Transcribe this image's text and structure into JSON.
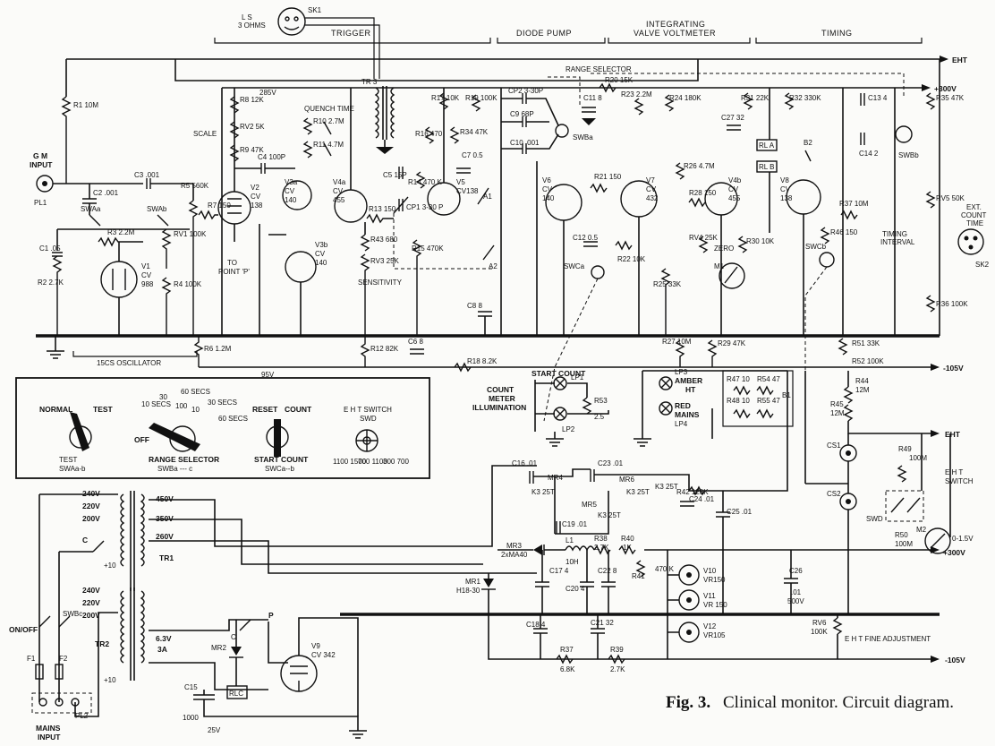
{
  "figure": {
    "number": "Fig. 3.",
    "title": "Clinical monitor.  Circuit diagram."
  },
  "sections": {
    "trigger": "TRIGGER",
    "diode_pump": "DIODE PUMP",
    "ivv": [
      "INTEGRATING",
      "VALVE VOLTMETER"
    ],
    "timing": "TIMING",
    "osc": "15CS OSCILLATOR"
  },
  "rails": {
    "eht": "EHT",
    "plus300": "+300V",
    "minus105": "-105V",
    "v285": "285V",
    "v95": "95V",
    "plus300_low": "+300V",
    "minus105_low": "-105V",
    "eht_low": "EHT"
  },
  "loudspeaker": {
    "ref": "SK1",
    "label": [
      "L S",
      "3 OHMS"
    ]
  },
  "gm_input": {
    "label": [
      "G M",
      "INPUT"
    ],
    "ref": "PL1"
  },
  "ext_count": {
    "label": [
      "EXT.",
      "COUNT",
      "TIME"
    ],
    "ref": "SK2"
  },
  "range_selector_label": "RANGE SELECTOR",
  "quench_label": "QUENCH TIME",
  "scale_label": "SCALE",
  "sensitivity_label": "SENSITIVITY",
  "to_point": [
    "TO",
    "POINT 'P'"
  ],
  "zero_label": "ZERO",
  "timing_interval": [
    "TIMING",
    "INTERVAL"
  ],
  "rla": "RL A",
  "rlb": "RL B",
  "valves": [
    {
      "name": "V1",
      "type": [
        "CV",
        "988"
      ]
    },
    {
      "name": "V2",
      "type": [
        "CV",
        "138"
      ]
    },
    {
      "name": "V3a",
      "type": [
        "CV",
        "140"
      ]
    },
    {
      "name": "V3b",
      "type": [
        "CV",
        "140"
      ]
    },
    {
      "name": "V4a",
      "type": [
        "CV",
        "455"
      ]
    },
    {
      "name": "V5",
      "type": [
        "CV138"
      ]
    },
    {
      "name": "V6",
      "type": [
        "CV",
        "140"
      ]
    },
    {
      "name": "V7",
      "type": [
        "CV",
        "432"
      ]
    },
    {
      "name": "V4b",
      "type": [
        "CV",
        "455"
      ]
    },
    {
      "name": "V8",
      "type": [
        "CV",
        "138"
      ]
    },
    {
      "name": "V9",
      "type": [
        "CV 342"
      ]
    },
    {
      "name": "V10",
      "type": [
        "VR150"
      ]
    },
    {
      "name": "V11",
      "type": [
        "VR 150"
      ]
    },
    {
      "name": "V12",
      "type": [
        "VR105"
      ]
    }
  ],
  "components_top": [
    "R1 10M",
    "C2 .001",
    "C3 .001",
    "R3 2.2M",
    "RV1 100K",
    "R4 100K",
    "C1 .05",
    "R2 2.7K",
    "R5 560K",
    "R6 1.2M",
    "R7 150",
    "R8 12K",
    "RV2 5K",
    "R9 47K",
    "C4 100P",
    "R10 2.7M",
    "R11 4.7M",
    "R13 150",
    "R43 680",
    "RV3 25K",
    "R12 82K",
    "C5 15P",
    "CP1 3-30 P",
    "R16 470",
    "R14 470 K",
    "R15 470K",
    "C6 8",
    "R17 10K",
    "R34 47K",
    "R18 8.2K",
    "C7 0.5",
    "R19 100K",
    "C8 8",
    "CP2 3-30P",
    "C9 68P",
    "C10 .001",
    "C11 8",
    "R20 15K",
    "R21 150",
    "R22 10K",
    "C12 0.5",
    "R23 2.2M",
    "R24 180K",
    "R25 33K",
    "R26 4.7M",
    "R27 10M",
    "R28 150",
    "RV4 25K",
    "R30 10K",
    "R29 47K",
    "R31 22K",
    "C27 32",
    "R32 330K",
    "C13 4",
    "C14 2",
    "R35 47K",
    "RV5 50K",
    "R37 10M",
    "R46 150",
    "R36 100K",
    "R51 33K",
    "R52 100K"
  ],
  "switches_top": [
    "SWAa",
    "SWAb",
    "SWBa",
    "SWBb",
    "SWCa",
    "SWCb",
    "A1",
    "A2",
    "B1",
    "B2",
    "M1"
  ],
  "controls": {
    "swa": {
      "left": "NORMAL",
      "right": "TEST",
      "under": [
        "TEST",
        "SWAa-b"
      ]
    },
    "swb": {
      "marks": [
        "10 SECS",
        "30",
        "60 SECS",
        "100",
        "10",
        "60 SECS",
        "30 SECS"
      ],
      "off": "OFF",
      "under": [
        "RANGE SELECTOR",
        "SWBa --- c"
      ]
    },
    "swc": {
      "left": "RESET",
      "right": "COUNT",
      "under": [
        "START COUNT",
        "SWCa--b"
      ]
    },
    "swd": {
      "title": [
        "E H T SWITCH",
        "SWD"
      ],
      "left": "1100\n1500",
      "mid": "700\n1100",
      "right": "300\n700"
    }
  },
  "lamps": {
    "count_meter": [
      "COUNT",
      "METER",
      "ILLUMINATION"
    ],
    "start_count": "START COUNT",
    "lp1": "LP1",
    "lp2": "LP2",
    "r53": "R53",
    "r53v": "2.5",
    "lp3": "LP3",
    "amber": [
      "AMBER",
      "HT"
    ],
    "red": [
      "RED",
      "MAINS"
    ],
    "lp4": "LP4",
    "r47": "R47 10",
    "r54": "R54 47",
    "r48": "R48 10",
    "r55": "R55 47"
  },
  "psu": {
    "tr1_taps": [
      "240V",
      "220V",
      "200V",
      "450V",
      "350V",
      "260V"
    ],
    "tr2_taps": [
      "240V",
      "220V",
      "200V",
      "6.3V",
      "3A"
    ],
    "tr1": "TR1",
    "tr2": "TR2",
    "plus10": "+10",
    "on_off": "ON/OFF",
    "swbc": "SWBc",
    "f1": "F1",
    "f2": "F2",
    "mains": [
      "MAINS",
      "INPUT"
    ],
    "pl2": "PL2",
    "c15": [
      "C15",
      "1000",
      "25V"
    ],
    "mr2": "MR2",
    "c": "C",
    "p": "P",
    "rlc": "RLC",
    "mr1": "MR1",
    "mr1t": "H18-30",
    "mr3": [
      "MR3",
      "2xMA40"
    ],
    "l1": [
      "L1",
      "10H"
    ],
    "r38": [
      "R38",
      "2.7K"
    ],
    "r40": [
      "R40",
      "1K"
    ],
    "r41": [
      "R41",
      "470 K"
    ],
    "c16": "C16 .01",
    "c23": "C23 .01",
    "c19": "C19 .01",
    "mr4": "MR4",
    "mr5": "MR5",
    "mr6": "MR6",
    "k3": "K3 25T",
    "r42": "R42 120K",
    "c24": "C24 .01",
    "c25": "C25 .01",
    "c17": "C17 4",
    "c20": "C20 4",
    "c22": "C22 8",
    "c18": "C18 4",
    "c21": "C21 32",
    "r37": [
      "R37",
      "6.8K"
    ],
    "r39": [
      "R39",
      "2.7K"
    ],
    "c26": [
      "C26",
      ".01",
      "500V"
    ],
    "r44": [
      "R44",
      "12M"
    ],
    "r45": [
      "R45",
      "12M"
    ],
    "r49": [
      "R49",
      "100M"
    ],
    "r50": [
      "R50",
      "100M"
    ],
    "cs1": "CS1",
    "cs2": "CS2",
    "swd": "SWD",
    "eht_switch": [
      "E H T",
      "SWITCH"
    ],
    "m2": "M2",
    "m2v": "0-1.5V",
    "rv6": [
      "RV6",
      "100K"
    ],
    "eht_fine": "E H T FINE ADJUSTMENT"
  },
  "tr3": "TR 3"
}
